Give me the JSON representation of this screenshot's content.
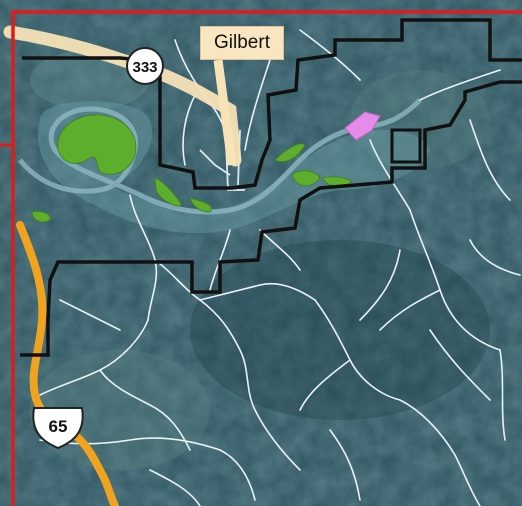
{
  "map": {
    "town_label": "Gilbert",
    "state_highway_shield": "333",
    "us_highway_shield": "65"
  },
  "colors": {
    "boundary_red": "#e01b1b",
    "management_area_black": "#111111",
    "river_highlight": "#8fb7c4",
    "green_area": "#5cae2c",
    "pink_area": "#e48ce8",
    "us_highway": "#f0a31e",
    "state_highway": "#f7e3b6",
    "streams": "#e7f2f6",
    "terrain_dark": "#274a55",
    "terrain_mid": "#3d6a72"
  }
}
